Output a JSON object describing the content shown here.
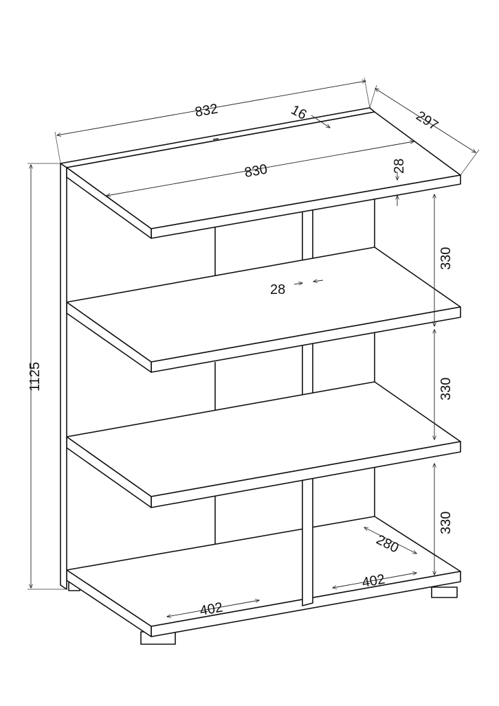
{
  "dimensions": {
    "overall_width": "832",
    "depth": "297",
    "inner_top_width": "830",
    "top_inset": "16",
    "top_thickness": "28",
    "divider_thickness": "28",
    "height": "1125",
    "compartment_height_1": "330",
    "compartment_height_2": "330",
    "compartment_height_3": "330",
    "inner_depth": "280",
    "compartment_width_right": "402",
    "compartment_width_left": "402"
  }
}
